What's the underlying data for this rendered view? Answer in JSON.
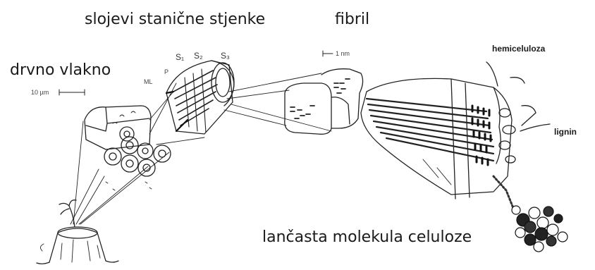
{
  "labels": {
    "cell_wall_layers": "slojevi stanične stjenke",
    "fibril": "fibril",
    "wood_fiber": "drvno vlakno",
    "hemicellulose": "hemiceluloza",
    "lignin": "lignin",
    "cellulose_chain": "lančasta molekula celuloze",
    "scale_fiber": "10 µm",
    "scale_fibril": "1 nm",
    "layer_ml": "ML",
    "layer_p": "P",
    "layer_s1": "S₁",
    "layer_s2": "S₂",
    "layer_s3": "S₃"
  }
}
